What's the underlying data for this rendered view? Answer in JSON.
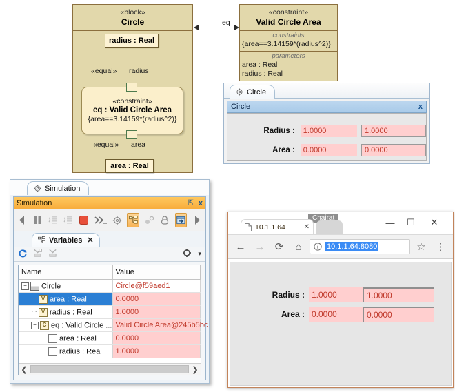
{
  "diagram": {
    "block_circle": {
      "stereotype": "«block»",
      "name": "Circle",
      "property_radius": "radius : Real",
      "property_area": "area : Real",
      "equal_radius_label": "«equal»",
      "equal_radius_role": "radius",
      "equal_area_label": "«equal»",
      "equal_area_role": "area",
      "inner_constraint": {
        "stereotype": "«constraint»",
        "name": "eq : Valid Circle Area",
        "expression": "{area==3.14159*(radius^2)}"
      }
    },
    "connector_label": "eq",
    "block_constraint": {
      "stereotype": "«constraint»",
      "name": "Valid Circle Area",
      "constraints_caption": "constraints",
      "constraints_text": "{area==3.14159*(radius^2)}",
      "parameters_caption": "parameters",
      "parameters": [
        "area : Real",
        "radius : Real"
      ]
    }
  },
  "circle_panel": {
    "tab_label": "Circle",
    "tab_icon": "gear-icon",
    "title": "Circle",
    "close_label": "x",
    "form": {
      "rows": [
        {
          "label": "Radius :",
          "readonly_value": "1.0000",
          "input_value": "1.0000"
        },
        {
          "label": "Area :",
          "readonly_value": "0.0000",
          "input_value": "0.0000"
        }
      ]
    }
  },
  "simulation": {
    "tab_label": "Simulation",
    "tab_icon": "gear-icon",
    "title": "Simulation",
    "maximize_label": "⇱",
    "close_label": "x",
    "toolbar": [
      {
        "name": "prev-arrow",
        "glyph": "◀",
        "selected": false
      },
      {
        "name": "pause-button",
        "glyph": "❚❚",
        "selected": false
      },
      {
        "name": "step-into-button",
        "glyph": "⇥",
        "selected": false
      },
      {
        "name": "step-over-button",
        "glyph": "⇨",
        "selected": false
      },
      {
        "name": "stop-button",
        "glyph": "■",
        "selected": false
      },
      {
        "name": "run-script-button",
        "glyph": "≫",
        "selected": false
      },
      {
        "name": "options-gear-button",
        "glyph": "✼",
        "selected": false
      },
      {
        "name": "show-tree-button",
        "glyph": "⊟",
        "selected": true
      },
      {
        "name": "animation-button",
        "glyph": "◌",
        "selected": false
      },
      {
        "name": "lock-button",
        "glyph": "🔒",
        "selected": false
      },
      {
        "name": "open-ui-button",
        "glyph": "⇥",
        "selected": true
      },
      {
        "name": "next-arrow",
        "glyph": "▶",
        "selected": false
      }
    ],
    "variables_tab": {
      "label": "Variables",
      "icon": "tree-icon",
      "close_label": "✕"
    },
    "variables_toolbar": [
      {
        "name": "refresh-button",
        "glyph": "⟳"
      },
      {
        "name": "expand-all-button",
        "glyph": "⊻"
      },
      {
        "name": "collapse-all-button",
        "glyph": "⊽"
      },
      {
        "name": "settings-gear-button",
        "glyph": "⚙"
      },
      {
        "name": "settings-dropdown-button",
        "glyph": "▾"
      }
    ],
    "tree": {
      "columns": [
        "Name",
        "Value"
      ],
      "rows": [
        {
          "indent": 0,
          "twisty": "−",
          "icon": "instance-icon",
          "name": "Circle",
          "value": "Circle@f59aed1",
          "selected": false,
          "pink": false
        },
        {
          "indent": 1,
          "twisty": "",
          "icon": "value-property-icon",
          "name": "area : Real",
          "value": "0.0000",
          "selected": true,
          "pink": true
        },
        {
          "indent": 1,
          "twisty": "",
          "icon": "value-property-icon",
          "name": "radius : Real",
          "value": "1.0000",
          "selected": false,
          "pink": true
        },
        {
          "indent": 1,
          "twisty": "−",
          "icon": "constraint-icon",
          "name": "eq : Valid Circle ...",
          "value": "Valid Circle Area@245b5bc",
          "selected": false,
          "pink": true
        },
        {
          "indent": 2,
          "twisty": "",
          "icon": "parameter-icon",
          "name": "area : Real",
          "value": "0.0000",
          "selected": false,
          "pink": true
        },
        {
          "indent": 2,
          "twisty": "",
          "icon": "parameter-icon",
          "name": "radius : Real",
          "value": "1.0000",
          "selected": false,
          "pink": true
        }
      ]
    },
    "hscroll": {
      "left_glyph": "❮",
      "right_glyph": "❯"
    }
  },
  "browser": {
    "tooltip": "Chairat",
    "window_controls": {
      "minimize": "—",
      "maximize": "☐",
      "close": "✕"
    },
    "tab": {
      "title": "10.1.1.64",
      "page_icon": "page-icon",
      "close": "✕"
    },
    "nav": {
      "back": "←",
      "forward": "→",
      "reload": "⟳",
      "home": "⌂",
      "info_icon": "info-icon",
      "star_icon": "☆",
      "menu_icon": "⋮"
    },
    "url": "10.1.1.64:8080",
    "page": {
      "rows": [
        {
          "label": "Radius :",
          "readonly_value": "1.0000",
          "input_value": "1.0000"
        },
        {
          "label": "Area :",
          "readonly_value": "0.0000",
          "input_value": "0.0000"
        }
      ]
    }
  },
  "colors": {
    "block_fill": "#e2d8ab",
    "block_border": "#8b6f3e",
    "constraint_fill": "#fbefcb",
    "simulation_title": "#f8ad3c",
    "panel_title": "#a9cbe9",
    "value_pink": "#ffcfcf",
    "value_text": "#c0392b",
    "selection_blue": "#2b7fd4",
    "url_selection": "#3a8bf5"
  }
}
